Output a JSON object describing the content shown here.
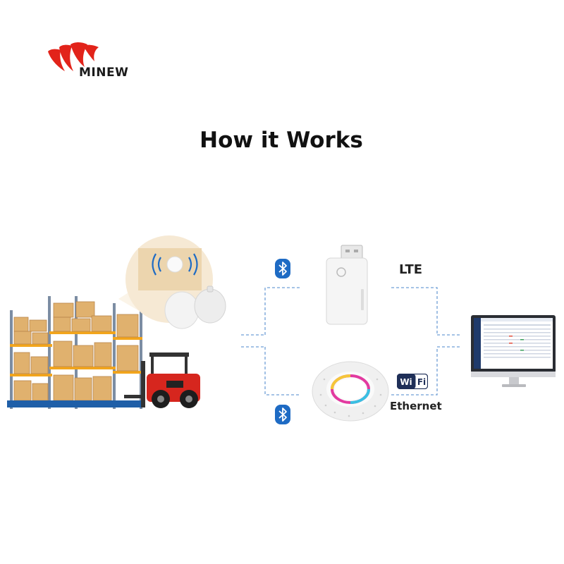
{
  "brand": {
    "name": "MINEW",
    "color": "#e2231a"
  },
  "title": "How it Works",
  "labels": {
    "lte": "LTE",
    "wifi": "WiFi",
    "ethernet": "Ethernet"
  },
  "icons": {
    "bluetooth_top": "bluetooth-icon",
    "bluetooth_bottom": "bluetooth-icon",
    "wifi": "wifi-icon"
  },
  "colors": {
    "bluetooth": "#1e6bc4",
    "dashed_line": "#6f9fd6",
    "text": "#111111"
  }
}
